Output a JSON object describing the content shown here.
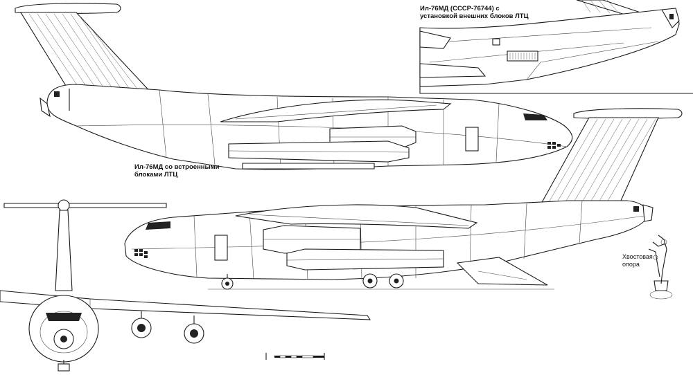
{
  "captions": {
    "inset": [
      "Ил-76МД (СССР-76744) с",
      "установкой внешних блоков ЛТЦ"
    ],
    "main": [
      "Ил-76МД со встроенными",
      "блоками ЛТЦ"
    ],
    "tail_support": [
      "Хвостовая",
      "опора"
    ]
  },
  "colors": {
    "line": "#1a1a1a",
    "paper": "#ffffff"
  }
}
